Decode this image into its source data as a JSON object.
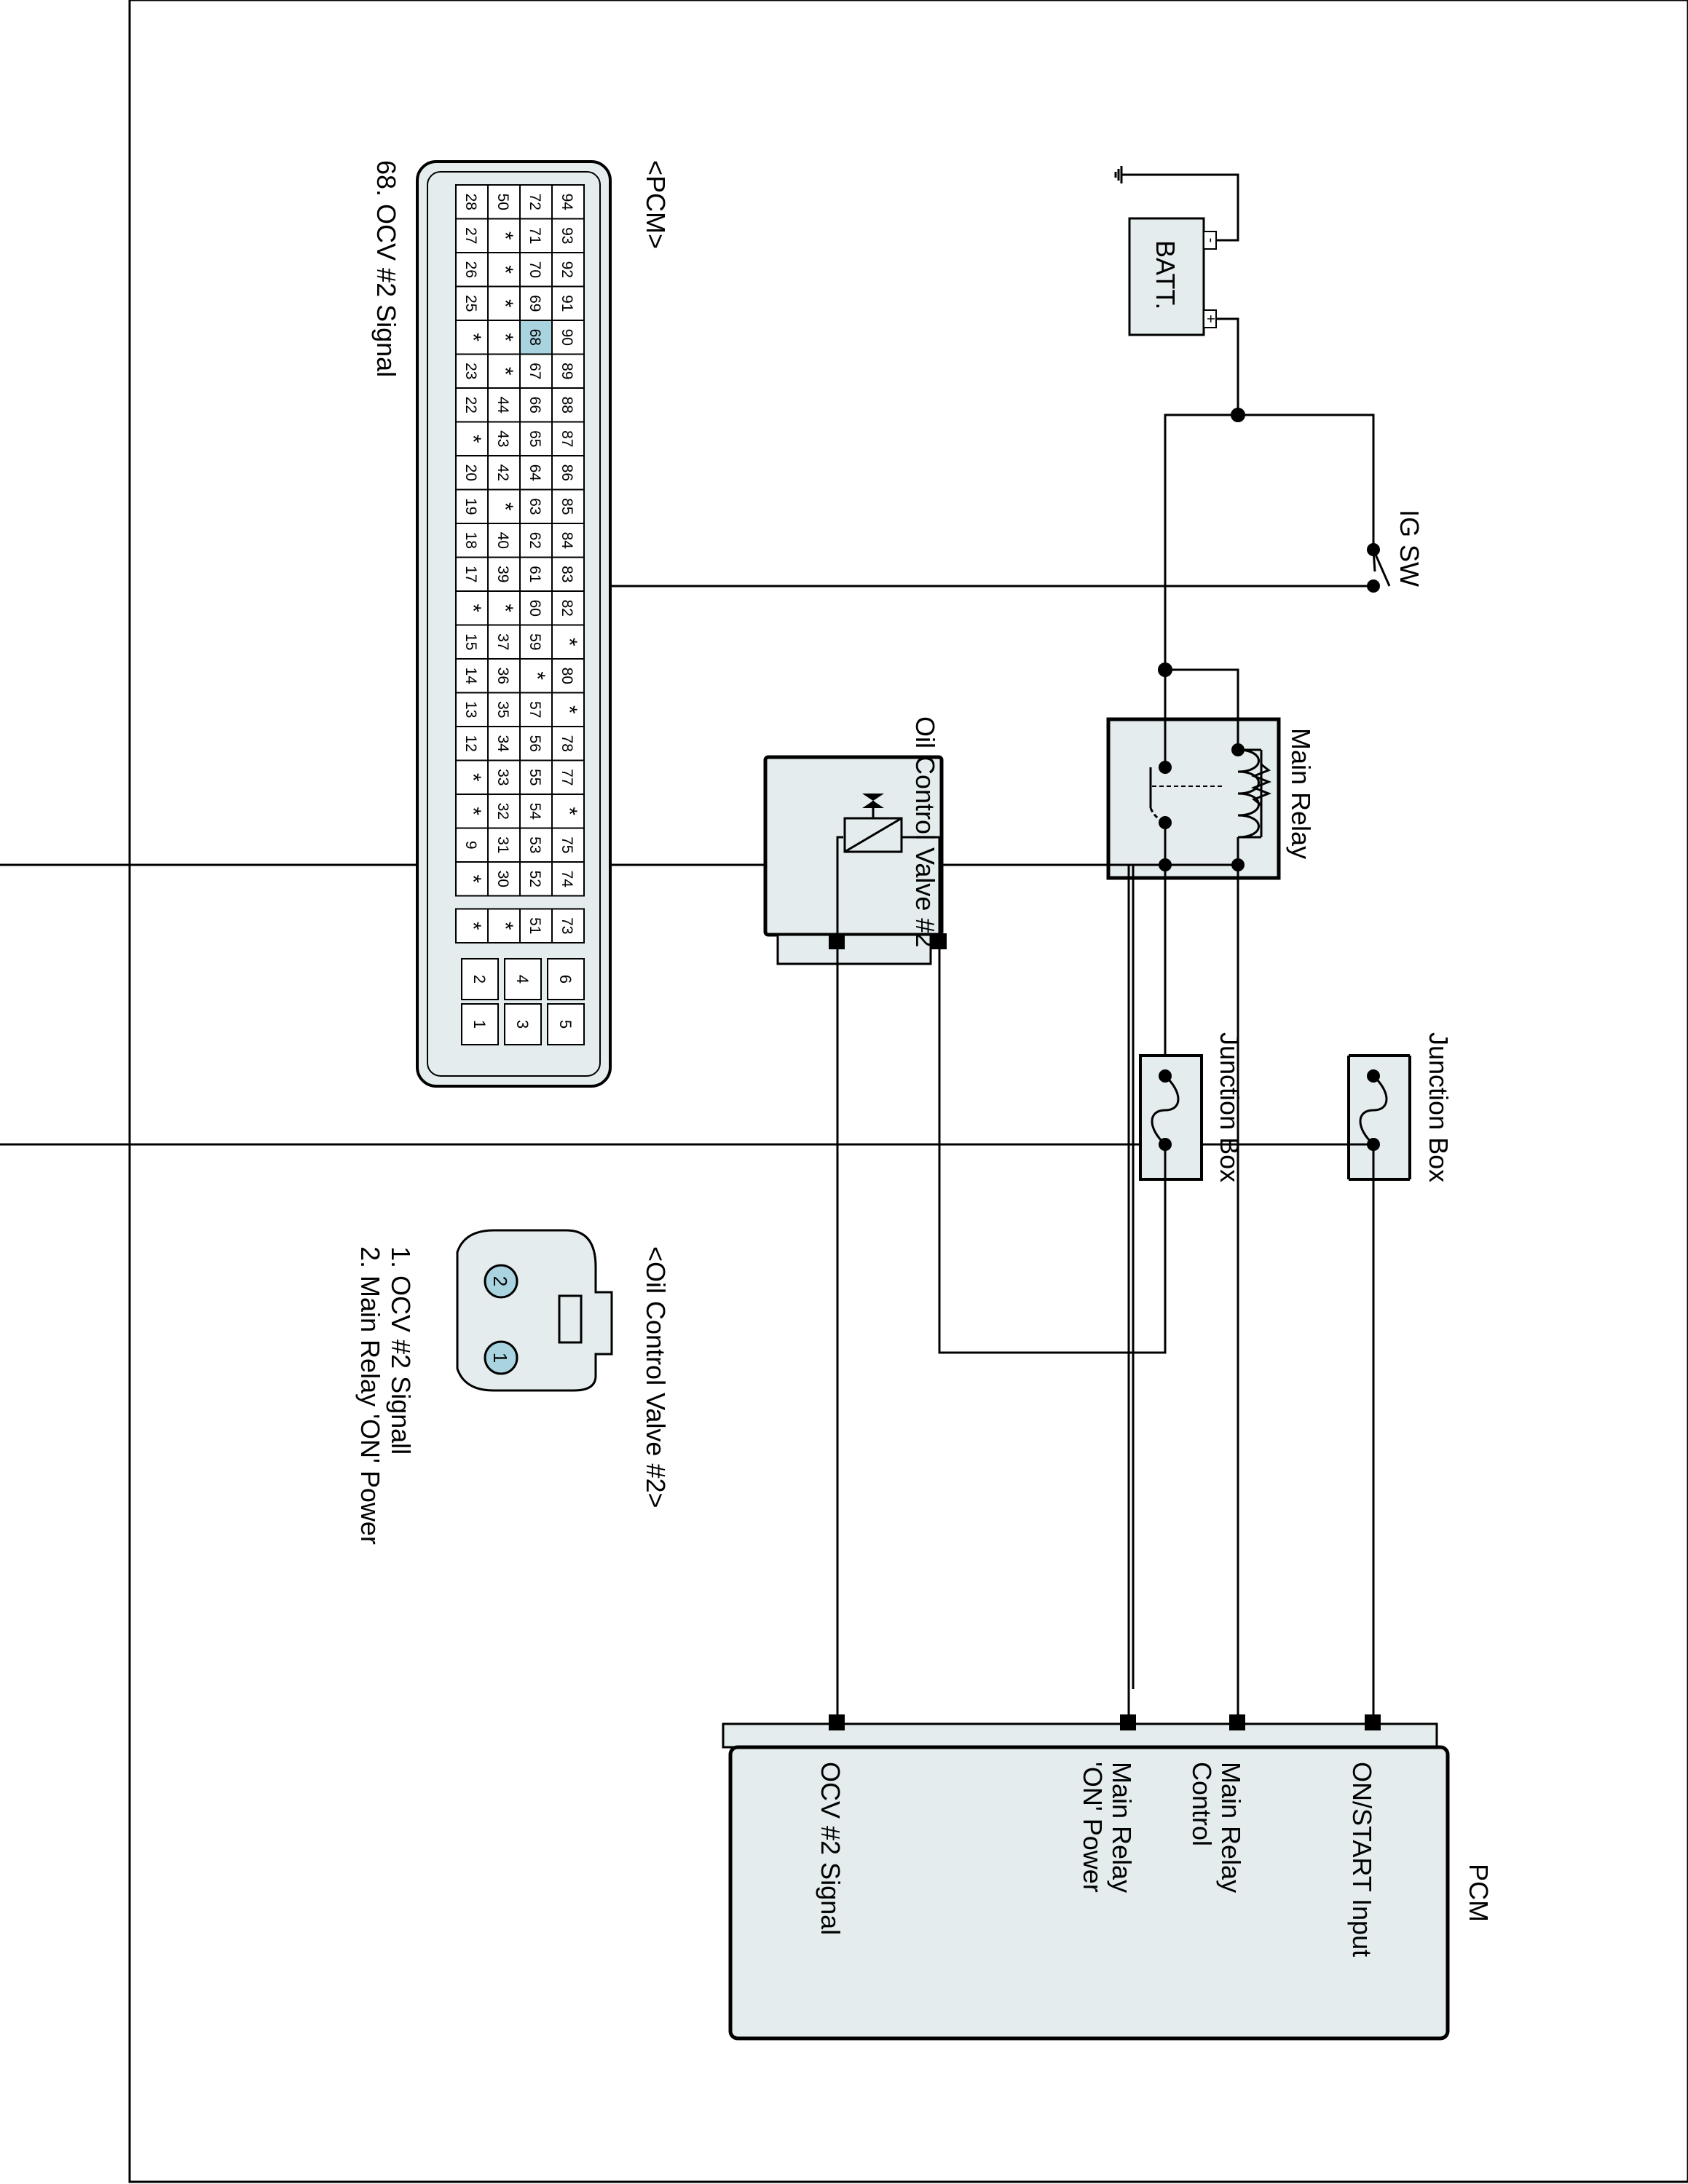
{
  "pcm": {
    "title": "PCM",
    "terminals": [
      "ON/START Input",
      "Main Relay Control",
      "Main Relay 'ON' Power",
      "OCV #2 Signal"
    ]
  },
  "components": {
    "battery": "BATT.",
    "ig_switch": "IG SW",
    "main_relay": "Main Relay",
    "junction_box_1": "Junction Box",
    "junction_box_2": "Junction Box",
    "ocv": "Oil Control Valve #2",
    "battery_neg": "-",
    "battery_pos": "+"
  },
  "pcm_connector": {
    "title": "<PCM>",
    "pin_note": "68. OCV #2 Signal",
    "highlight": "68",
    "rows": [
      [
        "94",
        "93",
        "92",
        "91",
        "90",
        "89",
        "88",
        "87",
        "86",
        "85",
        "84",
        "83",
        "82",
        "*",
        "80",
        "*",
        "78",
        "77",
        "*",
        "75",
        "74",
        "73"
      ],
      [
        "72",
        "71",
        "70",
        "69",
        "68",
        "67",
        "66",
        "65",
        "64",
        "63",
        "62",
        "61",
        "60",
        "59",
        "*",
        "57",
        "56",
        "55",
        "54",
        "53",
        "52",
        "51"
      ],
      [
        "50",
        "*",
        "*",
        "*",
        "*",
        "*",
        "44",
        "43",
        "42",
        "*",
        "40",
        "39",
        "*",
        "37",
        "36",
        "35",
        "34",
        "33",
        "32",
        "31",
        "30",
        "*"
      ],
      [
        "28",
        "27",
        "26",
        "25",
        "*",
        "23",
        "22",
        "*",
        "20",
        "19",
        "18",
        "17",
        "*",
        "15",
        "14",
        "13",
        "12",
        "*",
        "*",
        "9",
        "*",
        "*"
      ]
    ],
    "power_pins": [
      [
        "6",
        "5"
      ],
      [
        "4",
        "3"
      ],
      [
        "2",
        "1"
      ]
    ]
  },
  "ocv_connector": {
    "title": "<Oil Control Valve #2>",
    "pins": [
      "2",
      "1"
    ],
    "legend": [
      "1. OCV #2 Signall",
      "2. Main Relay 'ON' Power"
    ]
  },
  "colors": {
    "box_fill": "#e4eced",
    "pin_highlight": "#a9d3df",
    "wire": "#000000"
  }
}
